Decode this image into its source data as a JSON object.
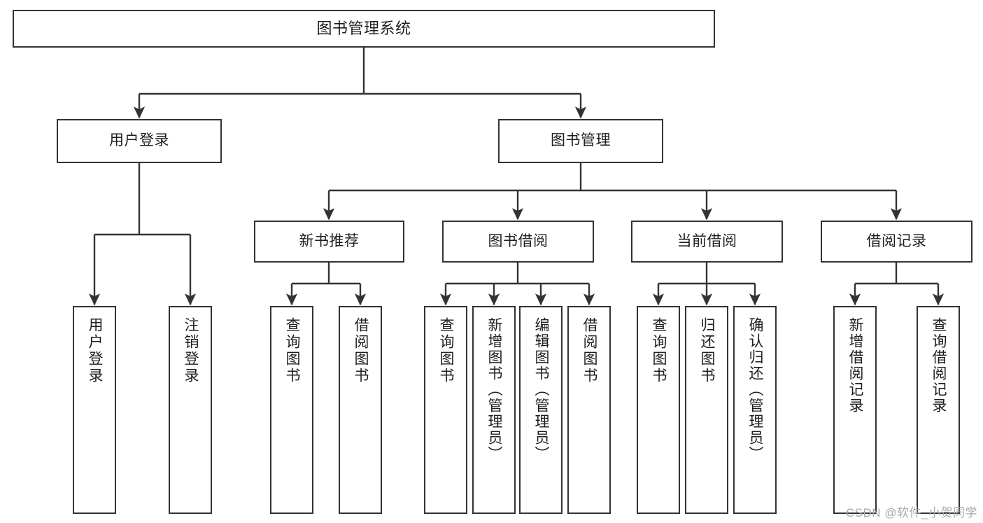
{
  "diagram": {
    "title": "图书管理系统",
    "watermark": "CSDN @软件_小贺同学",
    "colors": {
      "stroke": "#333333",
      "fill": "#ffffff",
      "text": "#1f1f1f",
      "watermark": "#a9a9a9"
    },
    "levels": {
      "root": {
        "label": "图书管理系统"
      },
      "level2": [
        {
          "label": "用户登录"
        },
        {
          "label": "图书管理"
        }
      ],
      "level3": [
        {
          "label": "新书推荐"
        },
        {
          "label": "图书借阅"
        },
        {
          "label": "当前借阅"
        },
        {
          "label": "借阅记录"
        }
      ],
      "leaves": [
        {
          "label": "用户登录",
          "parent": "用户登录"
        },
        {
          "label": "注销登录",
          "parent": "用户登录"
        },
        {
          "label": "查询图书",
          "parent": "新书推荐"
        },
        {
          "label": "借阅图书",
          "parent": "新书推荐"
        },
        {
          "label": "查询图书",
          "parent": "图书借阅"
        },
        {
          "label": "新增图书（管理员）",
          "parent": "图书借阅"
        },
        {
          "label": "编辑图书（管理员）",
          "parent": "图书借阅"
        },
        {
          "label": "借阅图书",
          "parent": "图书借阅"
        },
        {
          "label": "查询图书",
          "parent": "当前借阅"
        },
        {
          "label": "归还图书",
          "parent": "当前借阅"
        },
        {
          "label": "确认归还（管理员）",
          "parent": "当前借阅"
        },
        {
          "label": "新增借阅记录",
          "parent": "借阅记录"
        },
        {
          "label": "查询借阅记录",
          "parent": "借阅记录"
        }
      ]
    }
  }
}
